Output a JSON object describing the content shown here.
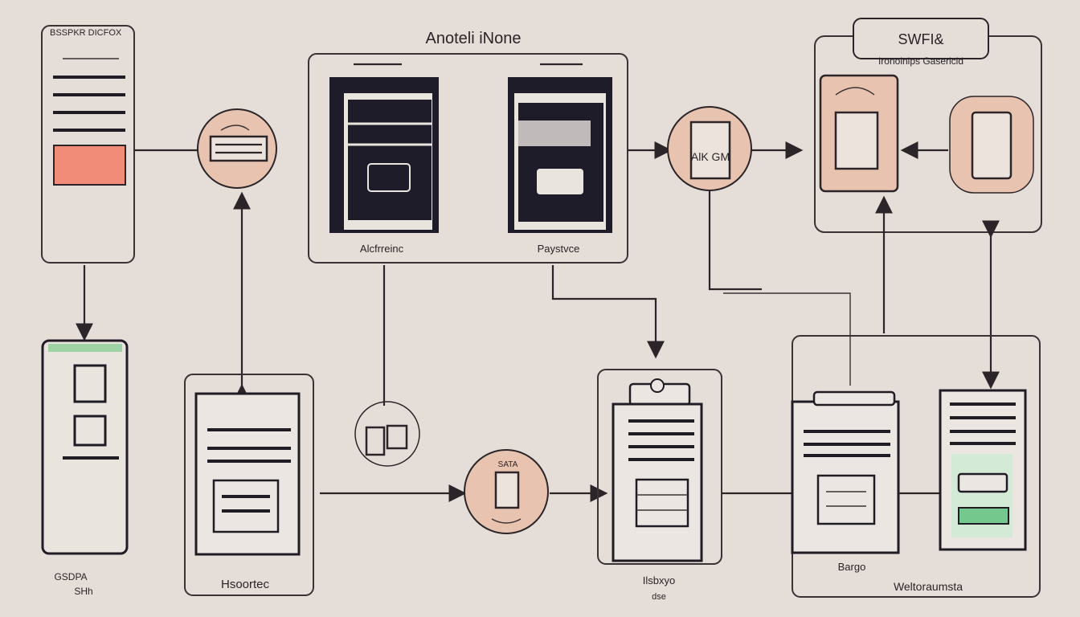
{
  "labels": {
    "left_top": "BSSPKR DICFOX",
    "center_title": "Anoteli iNone",
    "center_left": "Alcfrreinc",
    "center_right": "Paystvce",
    "right_title": "SWFI&",
    "right_subtitle": "Ironoinips Gaserlcid",
    "left_bottom_1": "GSDPA",
    "left_bottom_2": "SHh",
    "bottom_left": "Hsoortec",
    "bottom_mid_1": "Ilsbxyo",
    "bottom_mid_2": "dse",
    "bottom_right_1": "Bargo",
    "bottom_right_2": "Weltoraumsta",
    "circle_top": "AlK GM",
    "circle_bottom": "SATA"
  },
  "colors": {
    "background": "#e5ddd7",
    "salmon": "#f08c78",
    "peach": "#e8c3b0",
    "green": "#74c88e",
    "dark": "#1f1c2a"
  }
}
